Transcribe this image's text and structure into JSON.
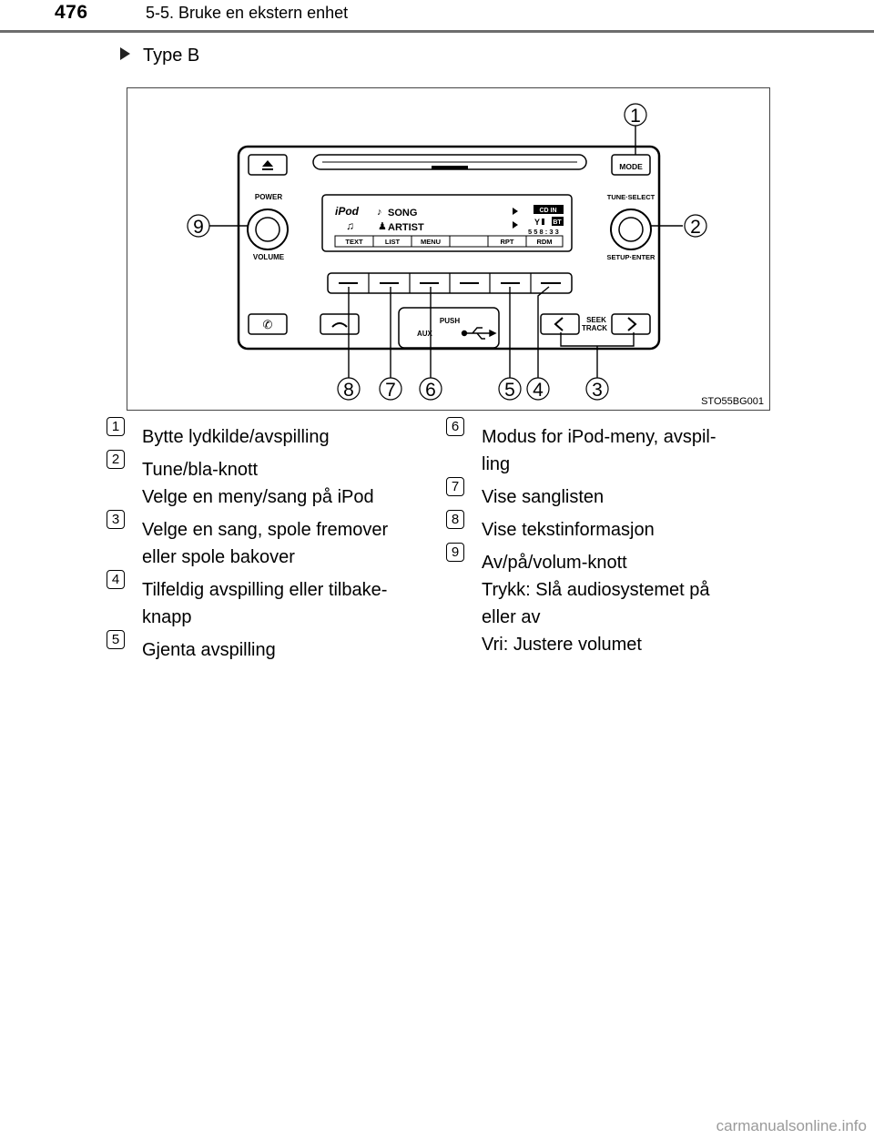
{
  "header": {
    "page_number": "476",
    "section": "5-5. Bruke en ekstern enhet"
  },
  "subhead": {
    "label": "Type B"
  },
  "figure": {
    "code": "STO55BG001",
    "labels": {
      "power": "POWER",
      "volume": "VOLUME",
      "tune_select": "TUNE·SELECT",
      "setup_enter": "SETUP·ENTER",
      "mode": "MODE",
      "push": "PUSH",
      "aux": "AUX",
      "seek": "SEEK",
      "track": "TRACK"
    },
    "display": {
      "ipod": "iPod",
      "song": "SONG",
      "artist": "ARTIST",
      "cd_in": "CD IN",
      "bt": "BT",
      "time": "5 5 8 : 3 3",
      "softkeys": [
        "TEXT",
        "LIST",
        "MENU",
        "RPT",
        "RDM"
      ]
    },
    "callouts": [
      "1",
      "2",
      "3",
      "4",
      "5",
      "6",
      "7",
      "8",
      "9"
    ]
  },
  "items_left": [
    {
      "num": "1",
      "lines": [
        "Bytte lydkilde/avspilling"
      ]
    },
    {
      "num": "2",
      "lines": [
        "Tune/bla-knott",
        "Velge en meny/sang på iPod"
      ]
    },
    {
      "num": "3",
      "lines": [
        "Velge en sang, spole fremover",
        "eller spole bakover"
      ]
    },
    {
      "num": "4",
      "lines": [
        "Tilfeldig avspilling eller tilbake-",
        "knapp"
      ]
    },
    {
      "num": "5",
      "lines": [
        "Gjenta avspilling"
      ]
    }
  ],
  "items_right": [
    {
      "num": "6",
      "lines": [
        "Modus for iPod-meny, avspil-",
        "ling"
      ]
    },
    {
      "num": "7",
      "lines": [
        "Vise sanglisten"
      ]
    },
    {
      "num": "8",
      "lines": [
        "Vise tekstinformasjon"
      ]
    },
    {
      "num": "9",
      "lines": [
        "Av/på/volum-knott",
        "Trykk: Slå audiosystemet på",
        "eller av",
        "Vri: Justere volumet"
      ]
    }
  ],
  "watermark": "carmanualsonline.info"
}
